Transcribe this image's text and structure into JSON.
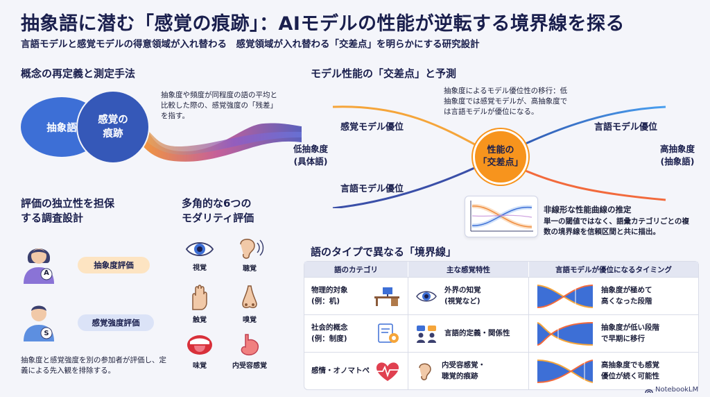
{
  "title": "抽象語に潜む「感覚の痕跡」：AIモデルの性能が逆転する境界線を探る",
  "subtitle": "言語モデルと感覚モデルの得意領域が入れ替わる　感覚領域が入れ替わる「交差点」を明らかにする研究設計",
  "concept": {
    "heading": "概念の再定義と測定手法",
    "bubble_abstract": "抽象語",
    "bubble_trace_line1": "感覚の",
    "bubble_trace_line2": "痕跡",
    "note": "抽象度や頻度が同程度の語の平均と比較した際の、感覚強度の「残差」を指す。"
  },
  "survey": {
    "heading_line1": "評価の独立性を担保",
    "heading_line2": "する調査設計",
    "person_a_badge": "A",
    "person_s_badge": "S",
    "abstraction_eval": "抽象度評価",
    "sensory_eval": "感覚強度評価",
    "note": "抽象度と感覚強度を別の参加者が評価し、定義による先入観を排除する。"
  },
  "modalities": {
    "heading_line1": "多角的な6つの",
    "heading_line2": "モダリティ評価",
    "items": [
      {
        "label": "視覚",
        "icon": "eye-icon"
      },
      {
        "label": "聴覚",
        "icon": "ear-icon"
      },
      {
        "label": "触覚",
        "icon": "hand-icon"
      },
      {
        "label": "嗅覚",
        "icon": "nose-icon"
      },
      {
        "label": "味覚",
        "icon": "mouth-icon"
      },
      {
        "label": "内受容感覚",
        "icon": "stomach-icon"
      }
    ]
  },
  "crossover": {
    "heading": "モデル性能の「交差点」と予測",
    "top_note": "抽象度によるモデル優位性の移行：低抽象度では感覚モデルが、高抽象度では言語モデルが優位になる。",
    "left_top": "感覚モデル優位",
    "left_bottom": "言語モデル優位",
    "right_top": "言語モデル優位",
    "axis_left_line1": "低抽象度",
    "axis_left_line2": "(具体語)",
    "axis_right_line1": "高抽象度",
    "axis_right_line2": "(抽象語)",
    "center_line1": "性能の",
    "center_line2": "「交差点」",
    "inset_title": "非線形な性能曲線の推定",
    "inset_note": "単一の閾値ではなく、語彙カテゴリごとの複数の境界線を信頼区間と共に描出。",
    "colors": {
      "sensory": "#f5a53a",
      "language": "#3d8be0",
      "center": "#f7941d"
    }
  },
  "boundary": {
    "heading": "語のタイプで異なる「境界線」",
    "headers": [
      "語のカテゴリ",
      "主な感覚特性",
      "言語モデルが優位になるタイミング"
    ],
    "rows": [
      {
        "category_line1": "物理的対象",
        "category_line2": "(例：机)",
        "category_icon": "desk-icon",
        "trait_line1": "外界の知覚",
        "trait_line2": "(視覚など)",
        "trait_icon": "eye-icon",
        "timing_line1": "抽象度が極めて",
        "timing_line2": "高くなった段階"
      },
      {
        "category_line1": "社会的概念",
        "category_line2": "(例：制度)",
        "category_icon": "document-gear-icon",
        "trait_line1": "言語的定義・関係性",
        "trait_line2": "",
        "trait_icon": "people-chat-icon",
        "timing_line1": "抽象度が低い段階",
        "timing_line2": "で早期に移行"
      },
      {
        "category_line1": "感情・オノマトペ",
        "category_line2": "",
        "category_icon": "heartbeat-icon",
        "trait_line1": "内受容感覚・",
        "trait_line2": "聴覚的痕跡",
        "trait_icon": "ear-icon",
        "timing_line1": "高抽象度でも感覚",
        "timing_line2": "優位が続く可能性"
      }
    ]
  },
  "brand": "NotebookLM"
}
